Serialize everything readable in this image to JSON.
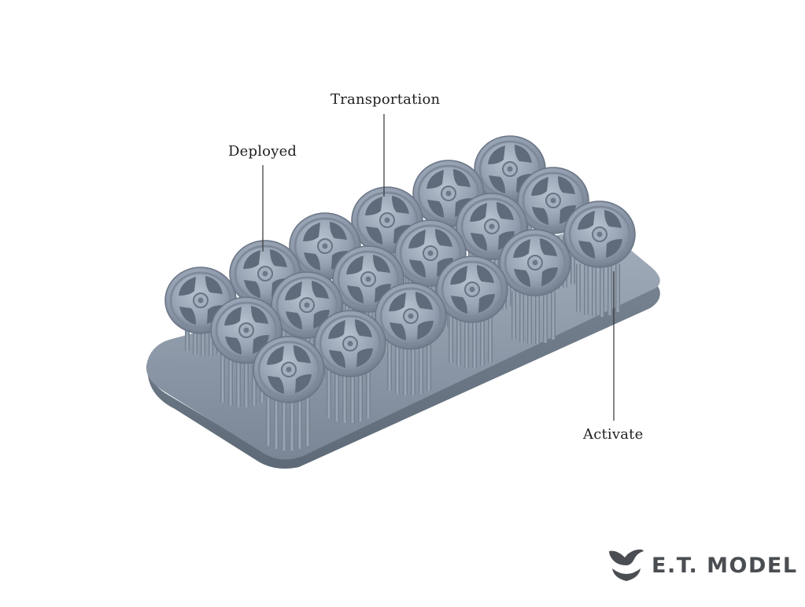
{
  "callouts": {
    "transportation": "Transportation",
    "deployed": "Deployed",
    "activate": "Activate"
  },
  "brand": {
    "name": "E.T. MODEL",
    "color": "#4a4d52"
  },
  "colors": {
    "part_gray": "#8e9aab",
    "part_light": "#a9b4c2",
    "part_dark": "#5d6878",
    "leader_line": "#333333"
  }
}
